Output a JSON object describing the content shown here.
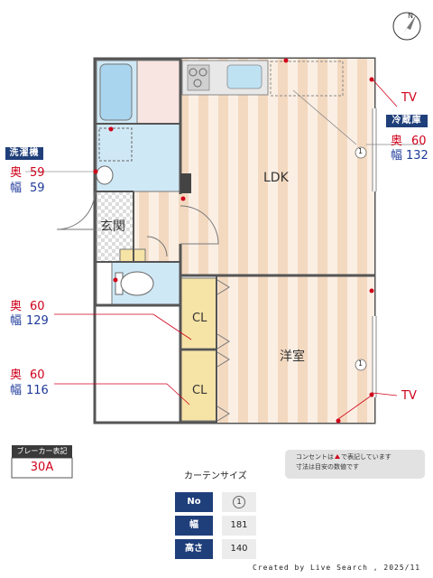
{
  "labels": {
    "washer_header": "洗濯機",
    "washer_depth_label": "奥",
    "washer_depth_value": "59",
    "washer_width_label": "幅",
    "washer_width_value": "59",
    "fridge_header": "冷蔵庫",
    "fridge_depth_label": "奥",
    "fridge_depth_value": "60",
    "fridge_width_label": "幅",
    "fridge_width_value": "132",
    "tv_top": "TV",
    "tv_bottom": "TV",
    "cl1_depth_label": "奥",
    "cl1_depth_value": "60",
    "cl1_width_label": "幅",
    "cl1_width_value": "129",
    "cl2_depth_label": "奥",
    "cl2_depth_value": "60",
    "cl2_width_label": "幅",
    "cl2_width_value": "116"
  },
  "rooms": {
    "ldk": "LDK",
    "genkan": "玄関",
    "youshitsu": "洋室",
    "cl1": "CL",
    "cl2": "CL"
  },
  "window_markers": {
    "ldk": "1",
    "youshitsu": "1"
  },
  "breaker": {
    "header": "ブレーカー表記",
    "value": "30A"
  },
  "note": {
    "line1_prefix": "コンセントは",
    "line1_suffix": "で表記しています",
    "line2": "寸法は目安の数値です"
  },
  "curtain": {
    "title": "カーテンサイズ",
    "rows": [
      {
        "header": "No",
        "value": "1"
      },
      {
        "header": "幅",
        "value": "181"
      },
      {
        "header": "高さ",
        "value": "140"
      }
    ]
  },
  "footer": "Created by Live Search , 2025/11",
  "compass_label": "N",
  "colors": {
    "outlet": "#d0021b",
    "header_navy": "#1f3f7a",
    "wall": "#555555",
    "floor_stripe_a": "#f3ddc6",
    "floor_stripe_b": "#fbeee2",
    "wet_area": "#cfe8f5",
    "closet": "#f6e3a6"
  }
}
